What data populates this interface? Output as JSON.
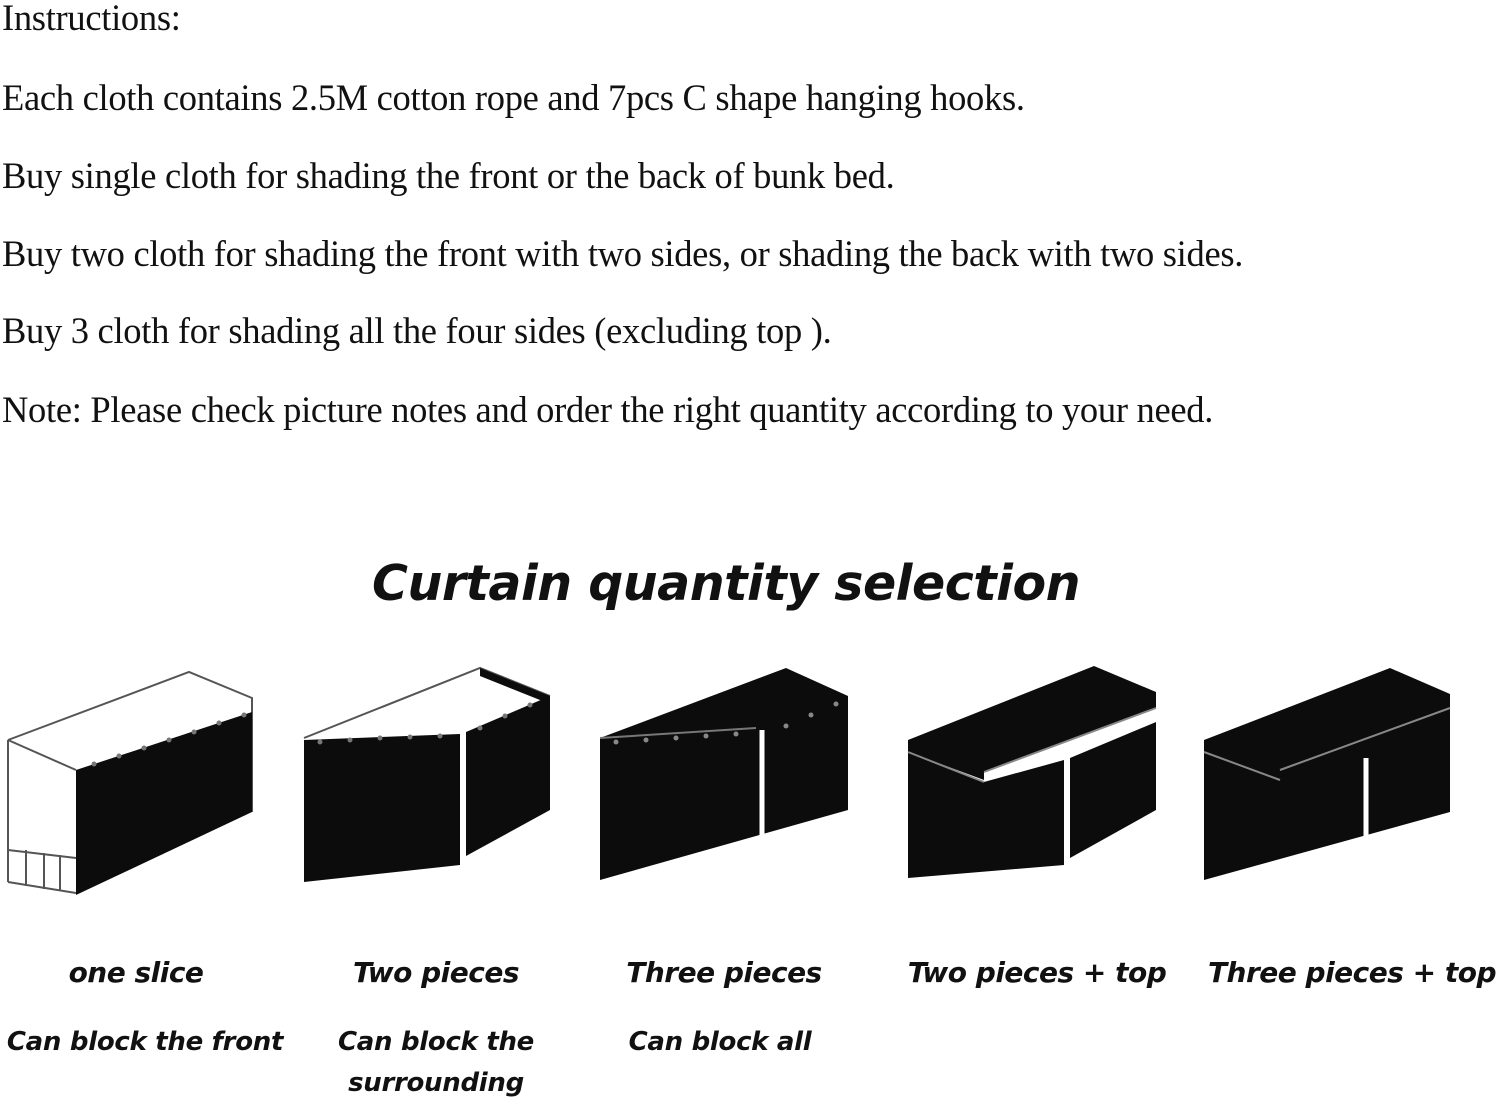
{
  "instructions": {
    "heading": "Instructions:",
    "lines": [
      "Each cloth contains 2.5M cotton rope and 7pcs C shape hanging hooks.",
      "Buy single cloth for shading the front or the back of bunk bed.",
      "Buy two cloth for shading the front with two sides, or shading the back with two sides.",
      "Buy 3 cloth for shading all the four sides (excluding top ).",
      "Note: Please check picture notes and order the right quantity according to your need."
    ]
  },
  "selection": {
    "title": "Curtain quantity selection",
    "options": [
      {
        "caption": "one slice",
        "description": "Can block the front"
      },
      {
        "caption": "Two pieces",
        "description": "Can block the surrounding"
      },
      {
        "caption": "Three pieces",
        "description": "Can block all"
      },
      {
        "caption": "Two pieces + top",
        "description": ""
      },
      {
        "caption": "Three pieces + top",
        "description": ""
      }
    ]
  },
  "colors": {
    "text": "#111111",
    "curtain": "#0c0c0c",
    "frame": "#555555"
  }
}
